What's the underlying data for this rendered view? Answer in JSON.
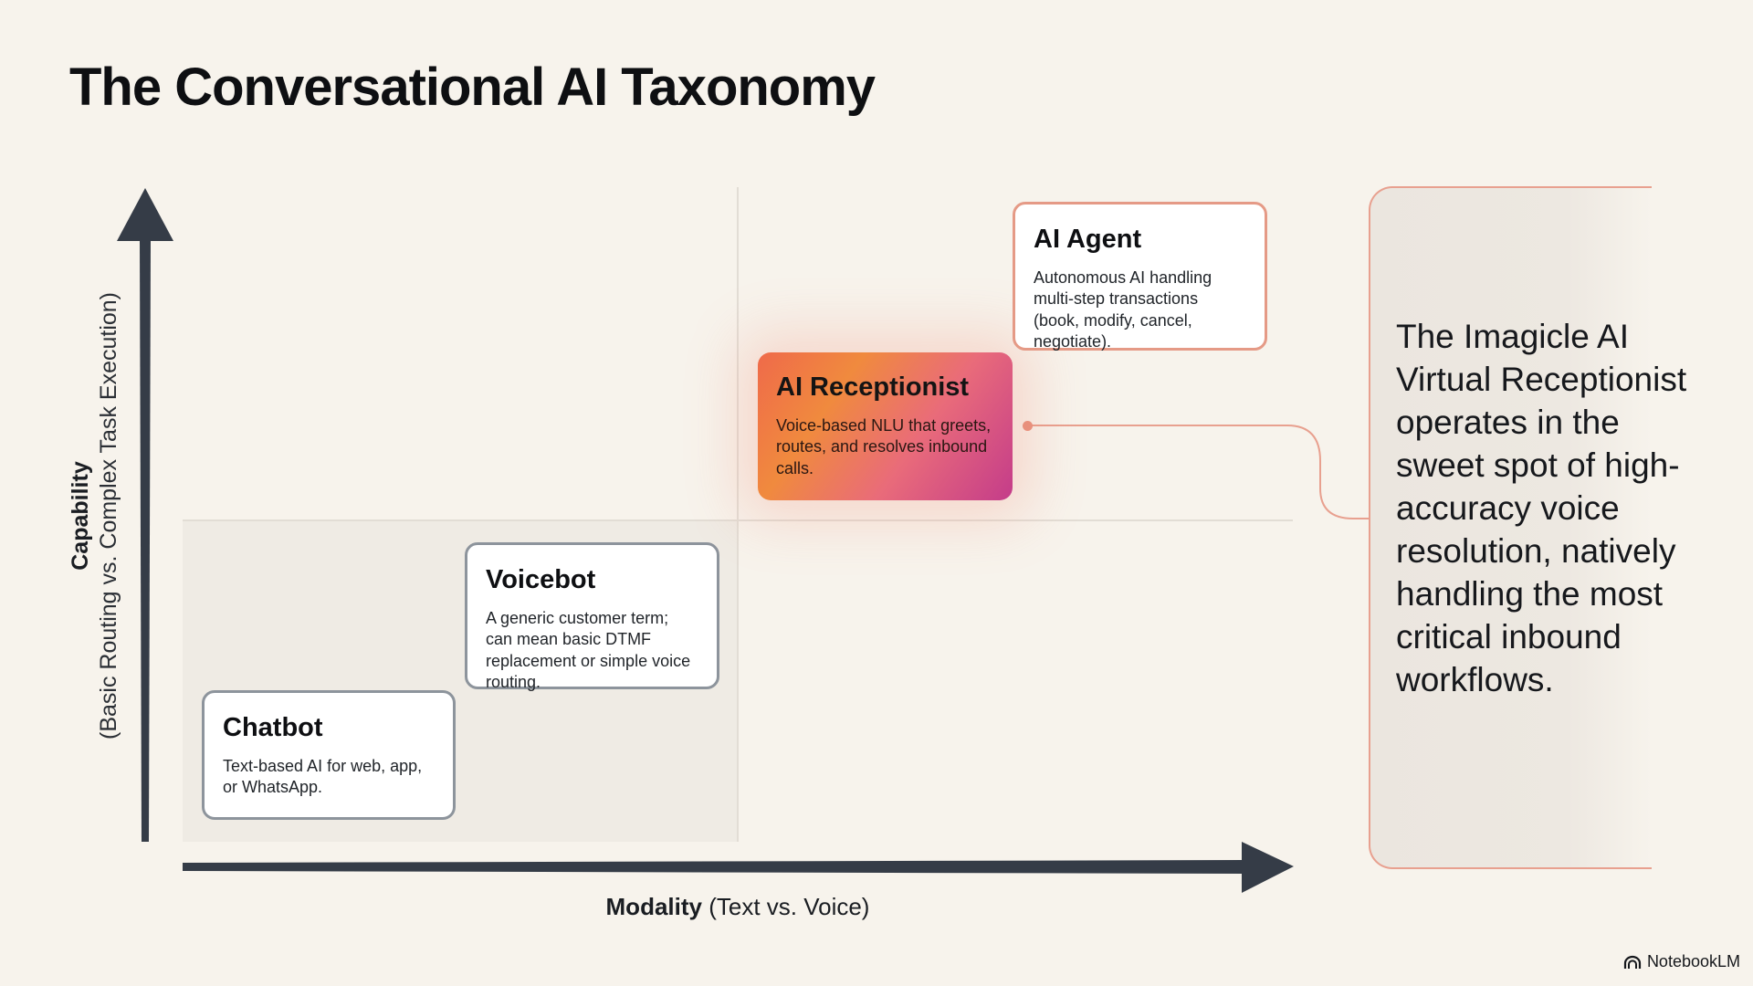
{
  "title": "The Conversational AI Taxonomy",
  "axes": {
    "y": {
      "label": "Capability",
      "sublabel": "(Basic Routing vs. Complex Task Execution)"
    },
    "x": {
      "label": "Modality",
      "sublabel": "(Text vs. Voice)"
    }
  },
  "cards": {
    "chatbot": {
      "title": "Chatbot",
      "description": "Text-based AI for web, app, or WhatsApp."
    },
    "voicebot": {
      "title": "Voicebot",
      "description": "A generic customer term; can mean basic DTMF replacement or simple voice routing."
    },
    "receptionist": {
      "title": "AI Receptionist",
      "description": "Voice-based NLU that greets, routes, and resolves inbound calls."
    },
    "agent": {
      "title": "AI Agent",
      "description": "Autonomous AI handling multi-step transactions (book, modify, cancel, negotiate)."
    }
  },
  "callout": {
    "text": "The Imagicle AI Virtual Receptionist operates in the sweet spot of high-accuracy voice resolution, natively handling the most critical inbound workflows."
  },
  "brand": {
    "label": "NotebookLM",
    "icon": "notebooklm-logo-icon"
  },
  "colors": {
    "background": "#f7f3ec",
    "axis": "#353c47",
    "accent": "#e8907c",
    "receptionist_gradient": [
      "#ef6a4a",
      "#f08a3e",
      "#e96b7a",
      "#c43c8a"
    ]
  }
}
